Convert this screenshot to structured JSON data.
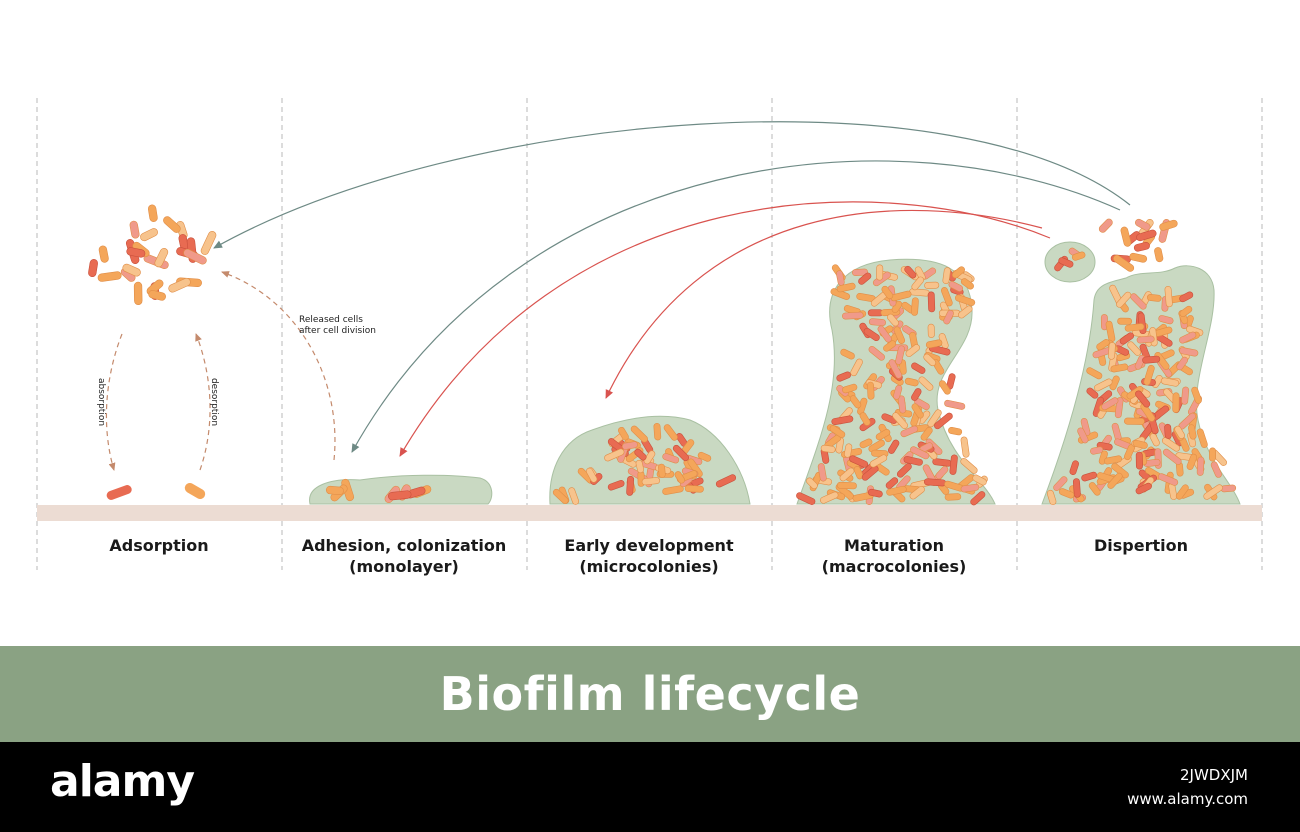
{
  "title": "Biofilm lifecycle",
  "stages": [
    {
      "line1": "Adsorption",
      "line2": ""
    },
    {
      "line1": "Adhesion, colonization",
      "line2": "(monolayer)"
    },
    {
      "line1": "Early development",
      "line2": "(microcolonies)"
    },
    {
      "line1": "Maturation",
      "line2": "(macrocolonies)"
    },
    {
      "line1": "Dispertion",
      "line2": ""
    }
  ],
  "labels": {
    "absorption": "absorption",
    "desorption": "desorption",
    "released_line1": "Released cells",
    "released_line2": "after cell division"
  },
  "footer": {
    "logo": "alamy",
    "image_id": "2JWDXJM",
    "url": "www.alamy.com"
  },
  "colors": {
    "band": "#8aa283",
    "matrix": "#c9d9c2",
    "cell_orange": "#f4a65a",
    "cell_red": "#e86b52",
    "arrow_gray": "#6e8a85",
    "arrow_red": "#d9534f",
    "surface": "#ecdcd3"
  }
}
